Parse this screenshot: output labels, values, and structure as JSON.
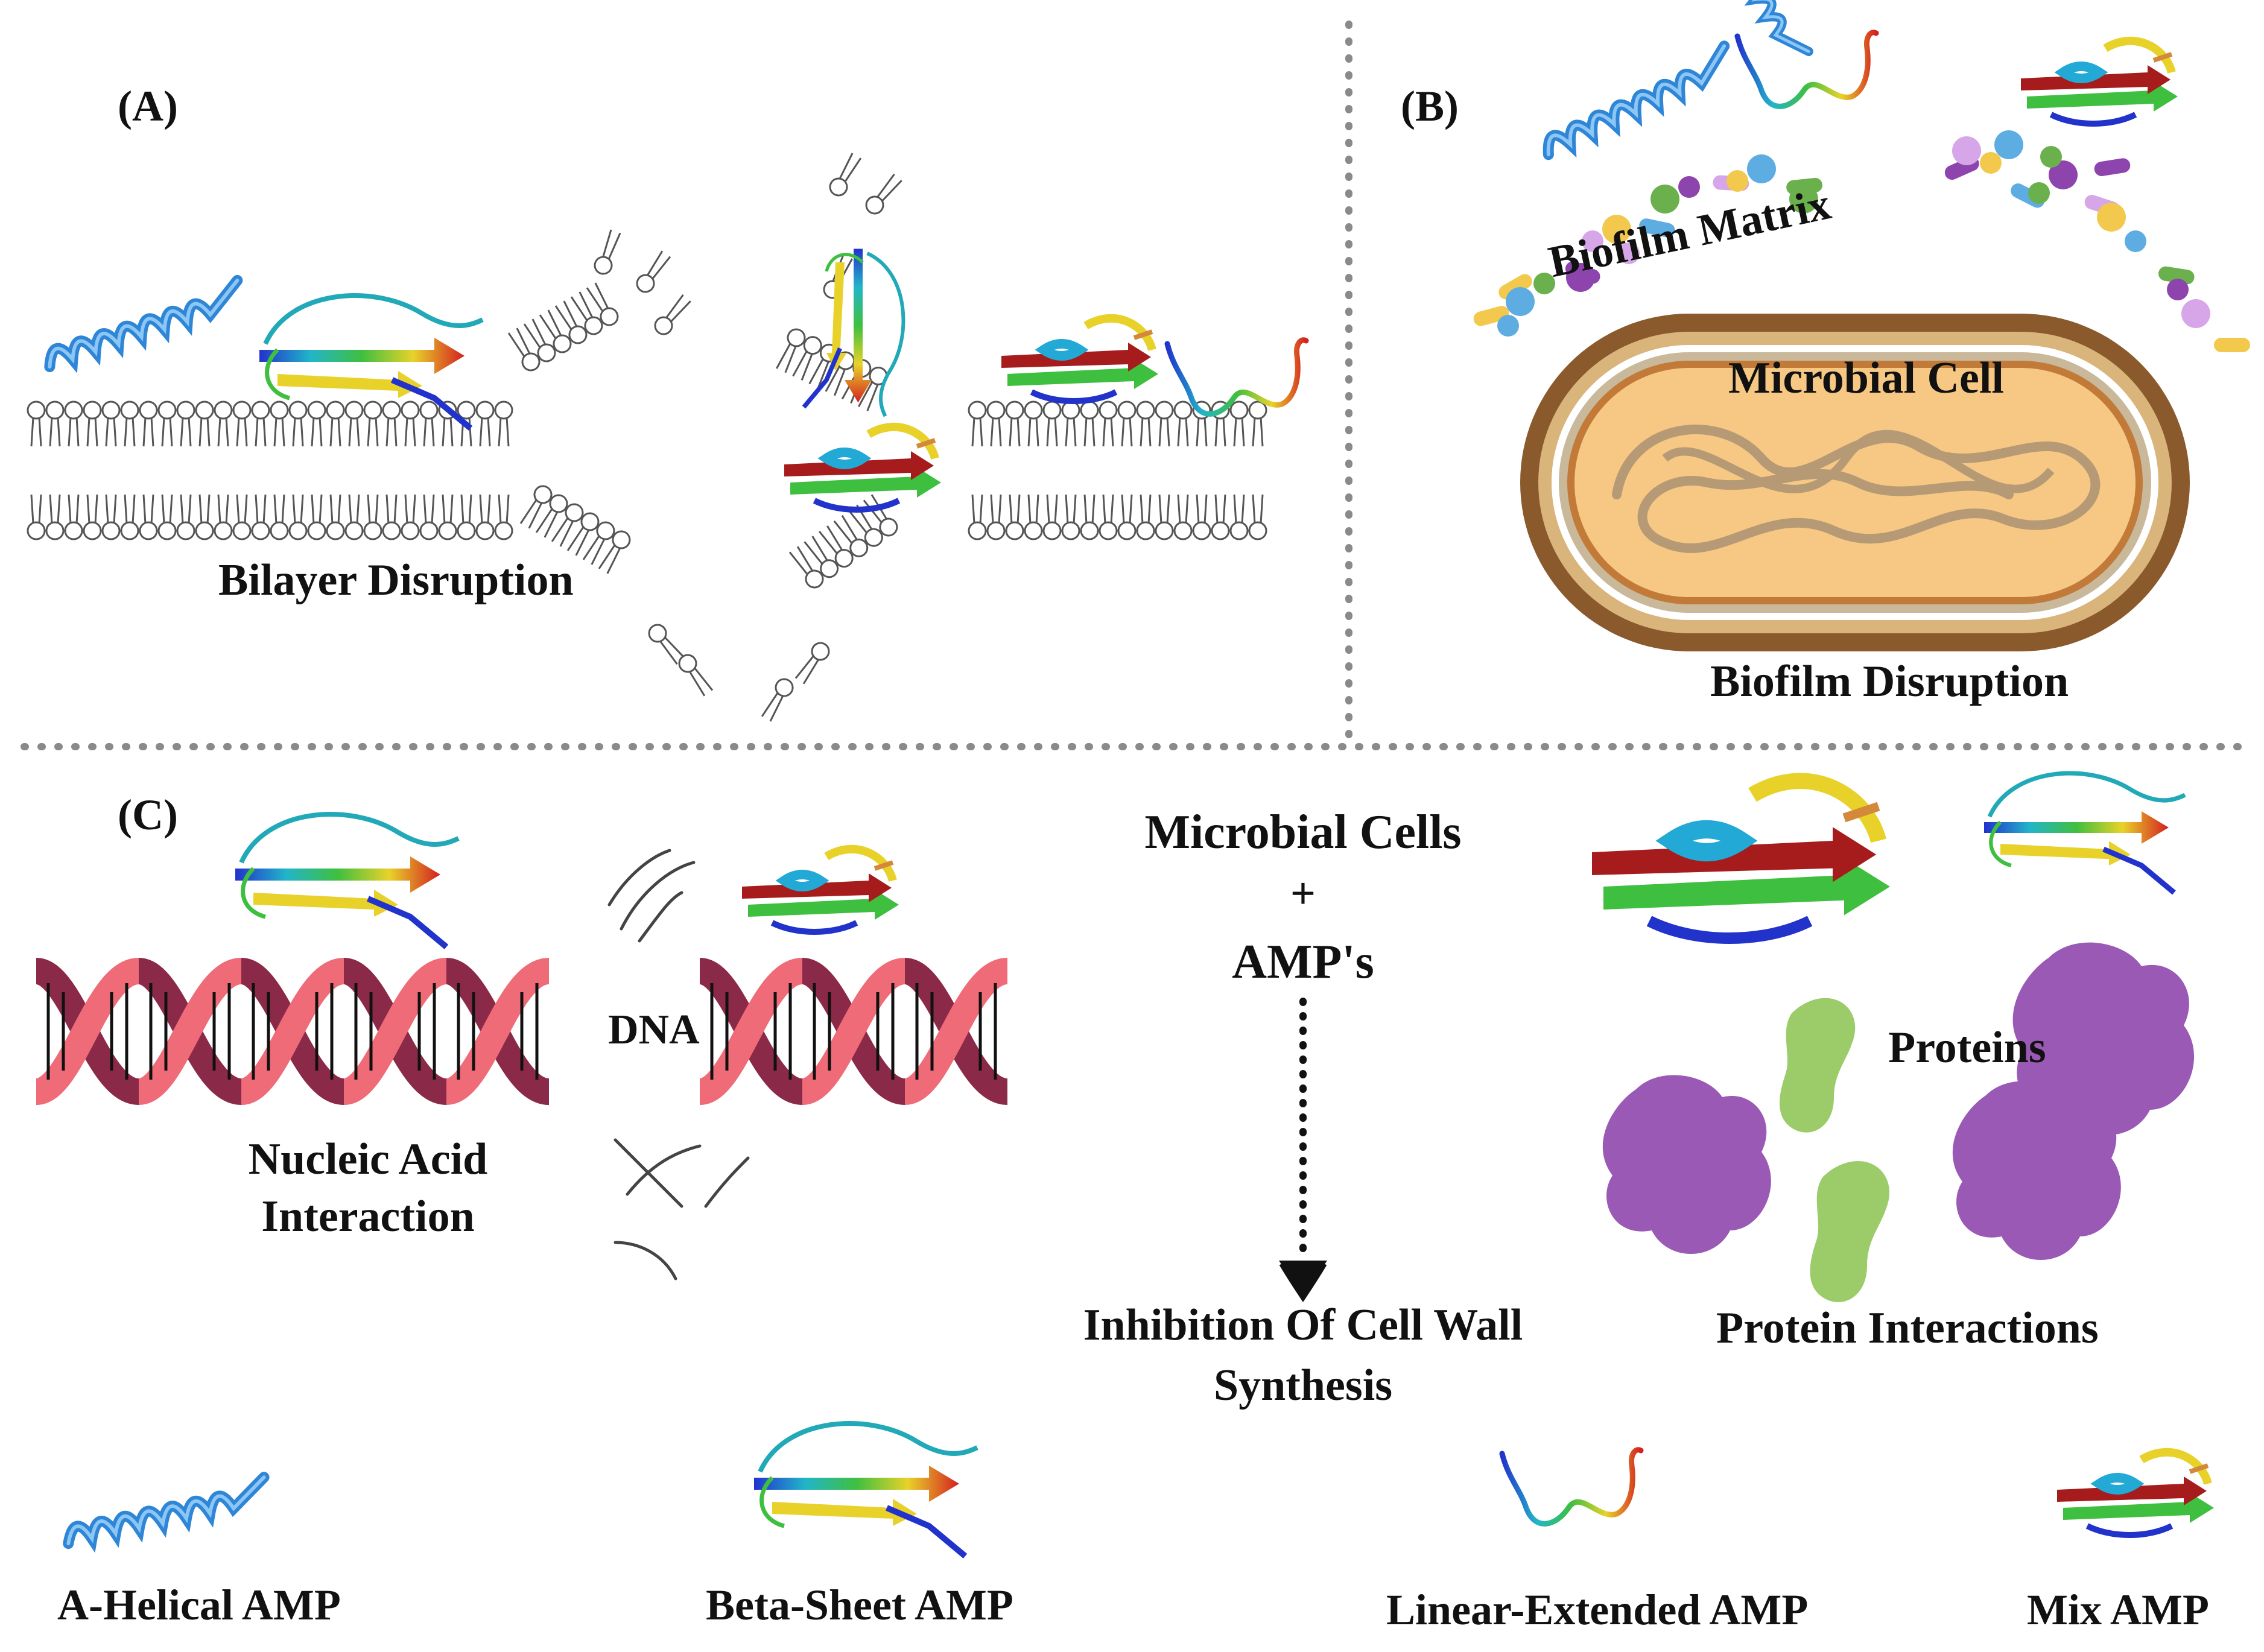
{
  "panels": {
    "a": {
      "letter": "(A)",
      "caption": "Bilayer Disruption"
    },
    "b": {
      "letter": "(B)",
      "matrix_label": "Biofilm Matrix",
      "cell_label": "Microbial Cell",
      "caption": "Biofilm Disruption"
    },
    "c": {
      "letter": "(C)",
      "dna_label": "DNA",
      "nucleic_line1": "Nucleic Acid",
      "nucleic_line2": "Interaction",
      "center_line1": "Microbial Cells",
      "center_plus": "+",
      "center_line2": "AMP's",
      "inhibition_line1": "Inhibition Of Cell Wall",
      "inhibition_line2": "Synthesis",
      "proteins_label": "Proteins",
      "protein_caption": "Protein Interactions"
    }
  },
  "legend": {
    "helical": "A-Helical AMP",
    "beta": "Beta-Sheet AMP",
    "linear": "Linear-Extended AMP",
    "mix": "Mix AMP"
  },
  "colors": {
    "helix_blue": "#2f86d6",
    "dna_pink": "#ef6b78",
    "dna_dark": "#8b2a48",
    "cell_outer": "#8a5a2c",
    "cell_inner": "#f7c784",
    "protein_purple": "#9b59b6",
    "protein_green": "#9ccc6a",
    "divider_gray": "#8a8a8a"
  }
}
